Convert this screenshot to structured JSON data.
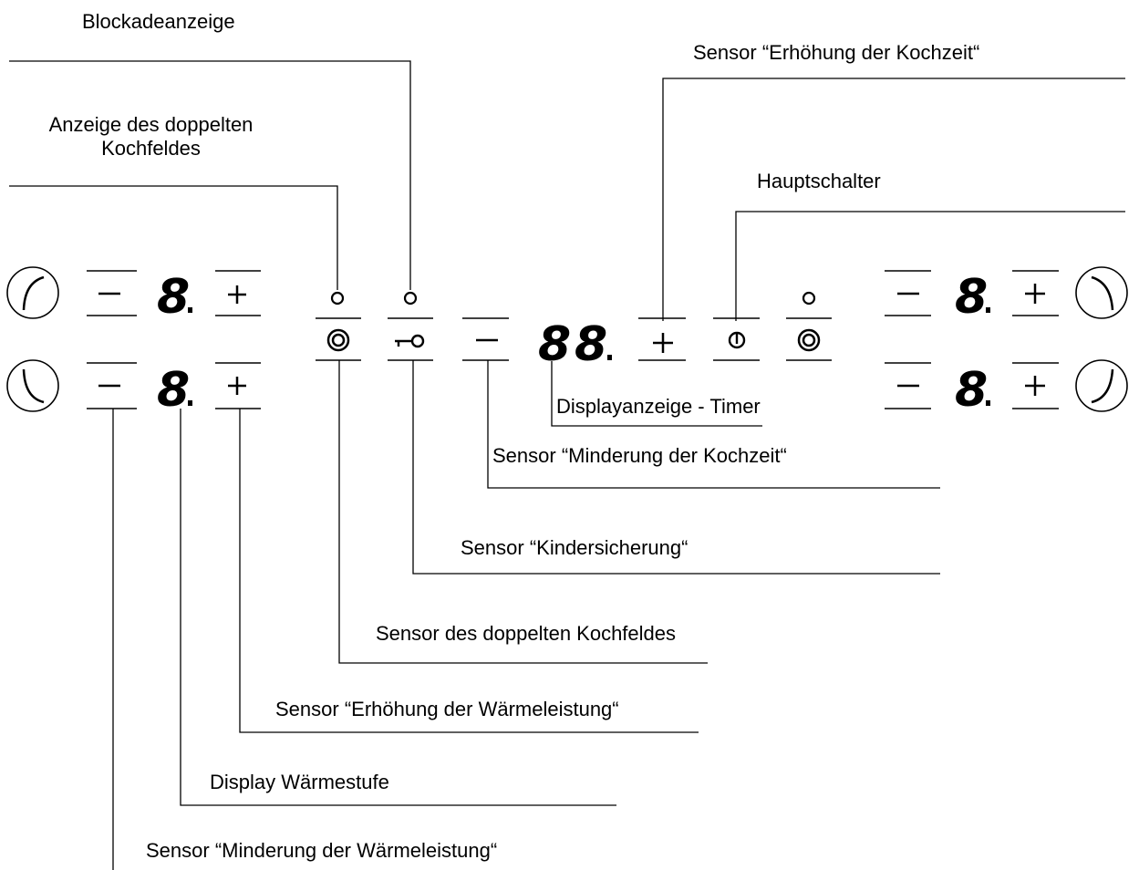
{
  "labels": {
    "lock_indicator": "Blockadeanzeige",
    "double_zone_indicator": "Anzeige des doppelten Kochfeldes",
    "timer_increase_sensor": "Sensor “Erhöhung der Kochzeit“",
    "main_switch": "Hauptschalter",
    "timer_display": "Displayanzeige - Timer",
    "timer_decrease_sensor": "Sensor “Minderung der Kochzeit“",
    "child_lock_sensor": "Sensor “Kindersicherung“",
    "double_zone_sensor": "Sensor des doppelten Kochfeldes",
    "heat_increase_sensor": "Sensor “Erhöhung der Wärmeleistung“",
    "heat_level_display": "Display Wärmestufe",
    "heat_decrease_sensor": "Sensor “Minderung der Wärmeleistung“"
  },
  "panel": {
    "digit": "8",
    "minus_symbol": "−",
    "plus_symbol": "+",
    "icons": [
      "zone-circle-icon",
      "minus-icon",
      "digit-display-icon",
      "plus-icon",
      "indicator-dot-icon",
      "double-zone-icon",
      "key-lock-icon",
      "power-icon"
    ]
  }
}
